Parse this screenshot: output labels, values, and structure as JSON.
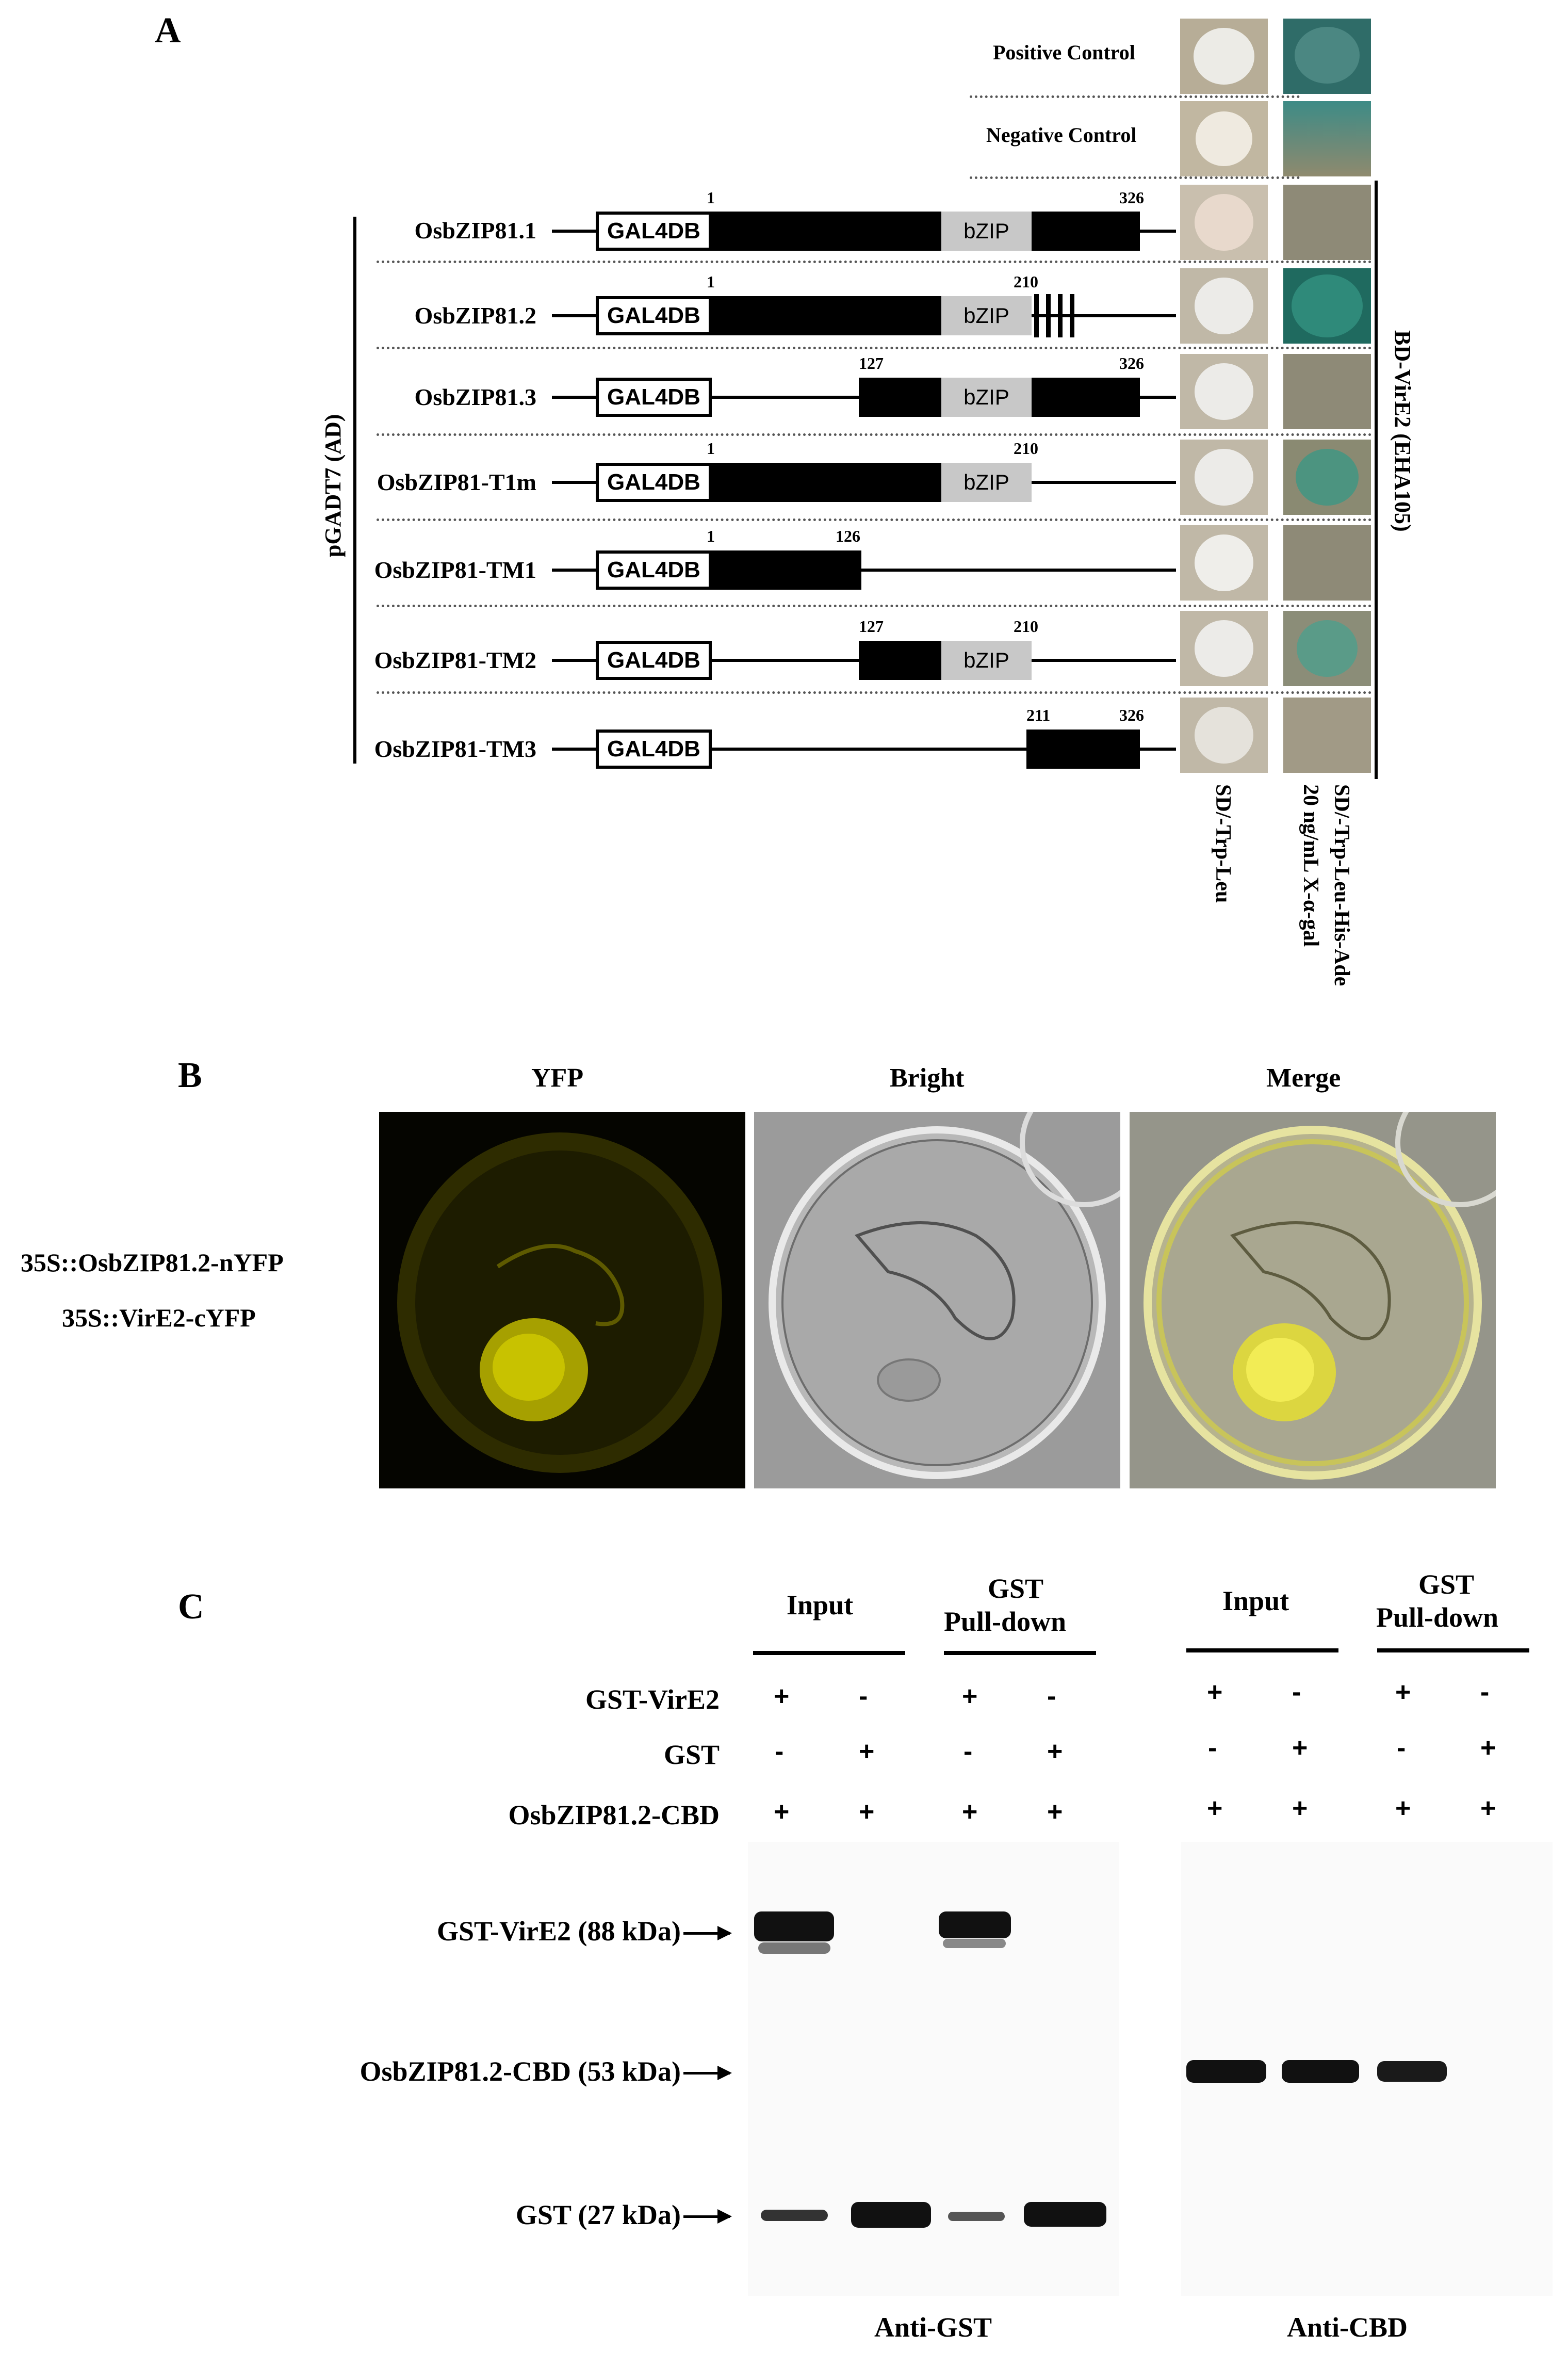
{
  "panelA": {
    "letter": "A",
    "controls": [
      "Positive Control",
      "Negative Control"
    ],
    "left_bracket_label": "pGADT7 (AD)",
    "right_bracket_label": "BD-VirE2 (EHA105)",
    "column_label_1": "SD/-Trp-Leu",
    "column_label_2a": "SD/-Trp-Leu-His-Ade",
    "column_label_2b": "20 ng/mL X-α-gal",
    "domain_label": "GAL4DB",
    "bzip_label": "bZIP",
    "constructs": [
      {
        "name": "OsbZIP81.1",
        "n1": "1",
        "n2": "326"
      },
      {
        "name": "OsbZIP81.2",
        "n1": "1",
        "n2": "210"
      },
      {
        "name": "OsbZIP81.3",
        "n1": "127",
        "n2": "326"
      },
      {
        "name": "OsbZIP81-T1m",
        "n1": "1",
        "n2": "210"
      },
      {
        "name": "OsbZIP81-TM1",
        "n1": "1",
        "n2": "126"
      },
      {
        "name": "OsbZIP81-TM2",
        "n1": "127",
        "n2": "210"
      },
      {
        "name": "OsbZIP81-TM3",
        "n1": "211",
        "n2": "326"
      }
    ]
  },
  "panelB": {
    "letter": "B",
    "headers": [
      "YFP",
      "Bright",
      "Merge"
    ],
    "construct1": "35S::OsbZIP81.2-nYFP",
    "construct2": "35S::VirE2-cYFP"
  },
  "panelC": {
    "letter": "C",
    "group_input": "Input",
    "group_pull_1": "GST",
    "group_pull_2": "Pull-down",
    "row_labels": [
      "GST-VirE2",
      "GST",
      "OsbZIP81.2-CBD"
    ],
    "signs": [
      [
        "+",
        "-",
        "+",
        "-"
      ],
      [
        "-",
        "+",
        "-",
        "+"
      ],
      [
        "+",
        "+",
        "+",
        "+"
      ]
    ],
    "band_labels": [
      "GST-VirE2 (88 kDa)",
      "OsbZIP81.2-CBD (53 kDa)",
      "GST (27 kDa)"
    ],
    "antibody_left": "Anti-GST",
    "antibody_right": "Anti-CBD"
  }
}
